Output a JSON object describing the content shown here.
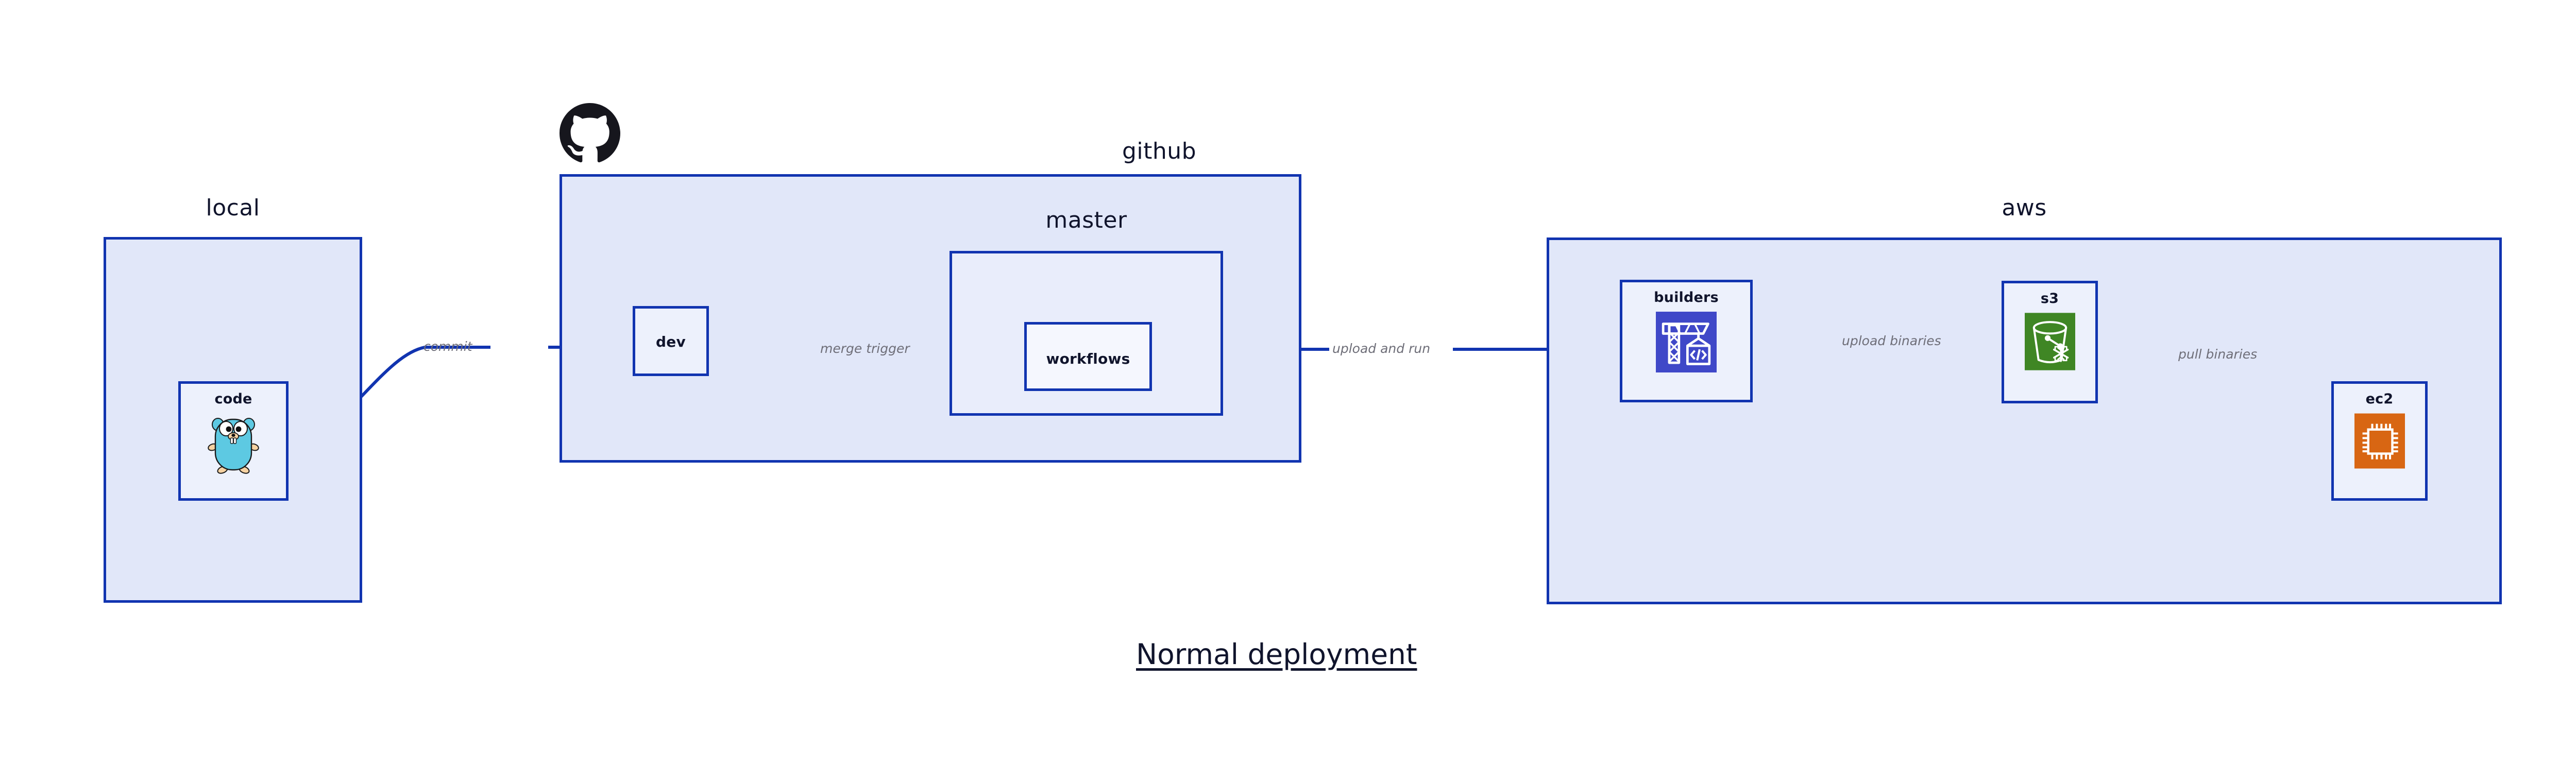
{
  "diagram": {
    "title": "Normal deployment",
    "colors": {
      "edge": "#1134b0",
      "group_border": "#1134b0",
      "group_fill": "#e1e7f9",
      "inner_group_fill": "#e9edfb",
      "node_fill": "#edf1fc",
      "workflows_fill": "#f5f7fe",
      "label_text": "#10142c",
      "edge_label_text": "#6e6e78",
      "codebuild_blue": "#3f48c8",
      "s3_green": "#3f8624",
      "ec2_orange": "#d86613",
      "gopher_cyan": "#5dc9e2",
      "gopher_tan": "#f6d2a2",
      "github_black": "#16161d"
    }
  },
  "groups": [
    {
      "id": "local",
      "label": "local"
    },
    {
      "id": "github",
      "label": "github"
    },
    {
      "id": "master",
      "label": "master"
    },
    {
      "id": "aws",
      "label": "aws"
    }
  ],
  "nodes": [
    {
      "id": "code",
      "label": "code",
      "icon": "go-gopher-icon"
    },
    {
      "id": "dev",
      "label": "dev",
      "icon": null
    },
    {
      "id": "workflows",
      "label": "workflows",
      "icon": null
    },
    {
      "id": "builders",
      "label": "builders",
      "icon": "aws-codebuild-icon"
    },
    {
      "id": "s3",
      "label": "s3",
      "icon": "aws-s3-bucket-icon"
    },
    {
      "id": "ec2",
      "label": "ec2",
      "icon": "aws-ec2-chip-icon"
    }
  ],
  "edges": [
    {
      "id": "commit",
      "label": "commit",
      "from": "code",
      "to": "dev"
    },
    {
      "id": "merge-trigger",
      "label": "merge trigger",
      "from": "dev",
      "to": "workflows"
    },
    {
      "id": "upload-and-run",
      "label": "upload and run",
      "from": "workflows",
      "to": "builders"
    },
    {
      "id": "upload-binaries",
      "label": "upload binaries",
      "from": "builders",
      "to": "s3"
    },
    {
      "id": "pull-binaries",
      "label": "pull binaries",
      "from": "s3",
      "to": "ec2"
    }
  ],
  "logos": [
    {
      "id": "github-logo",
      "icon": "github-octocat-icon"
    }
  ]
}
